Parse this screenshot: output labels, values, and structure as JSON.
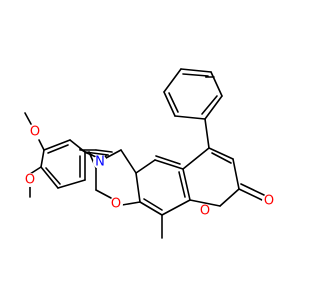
{
  "molecule": {
    "atoms": {
      "o_methoxy_top": "O",
      "o_methoxy_bottom": "O",
      "n_ring": "N",
      "o_ring_oxazine": "O",
      "o_ring_pyranone": "O",
      "o_carbonyl": "O"
    }
  },
  "colors": {
    "bond": "#000000",
    "oxygen": "#ff0000",
    "nitrogen": "#0000ff",
    "background": "#ffffff"
  }
}
